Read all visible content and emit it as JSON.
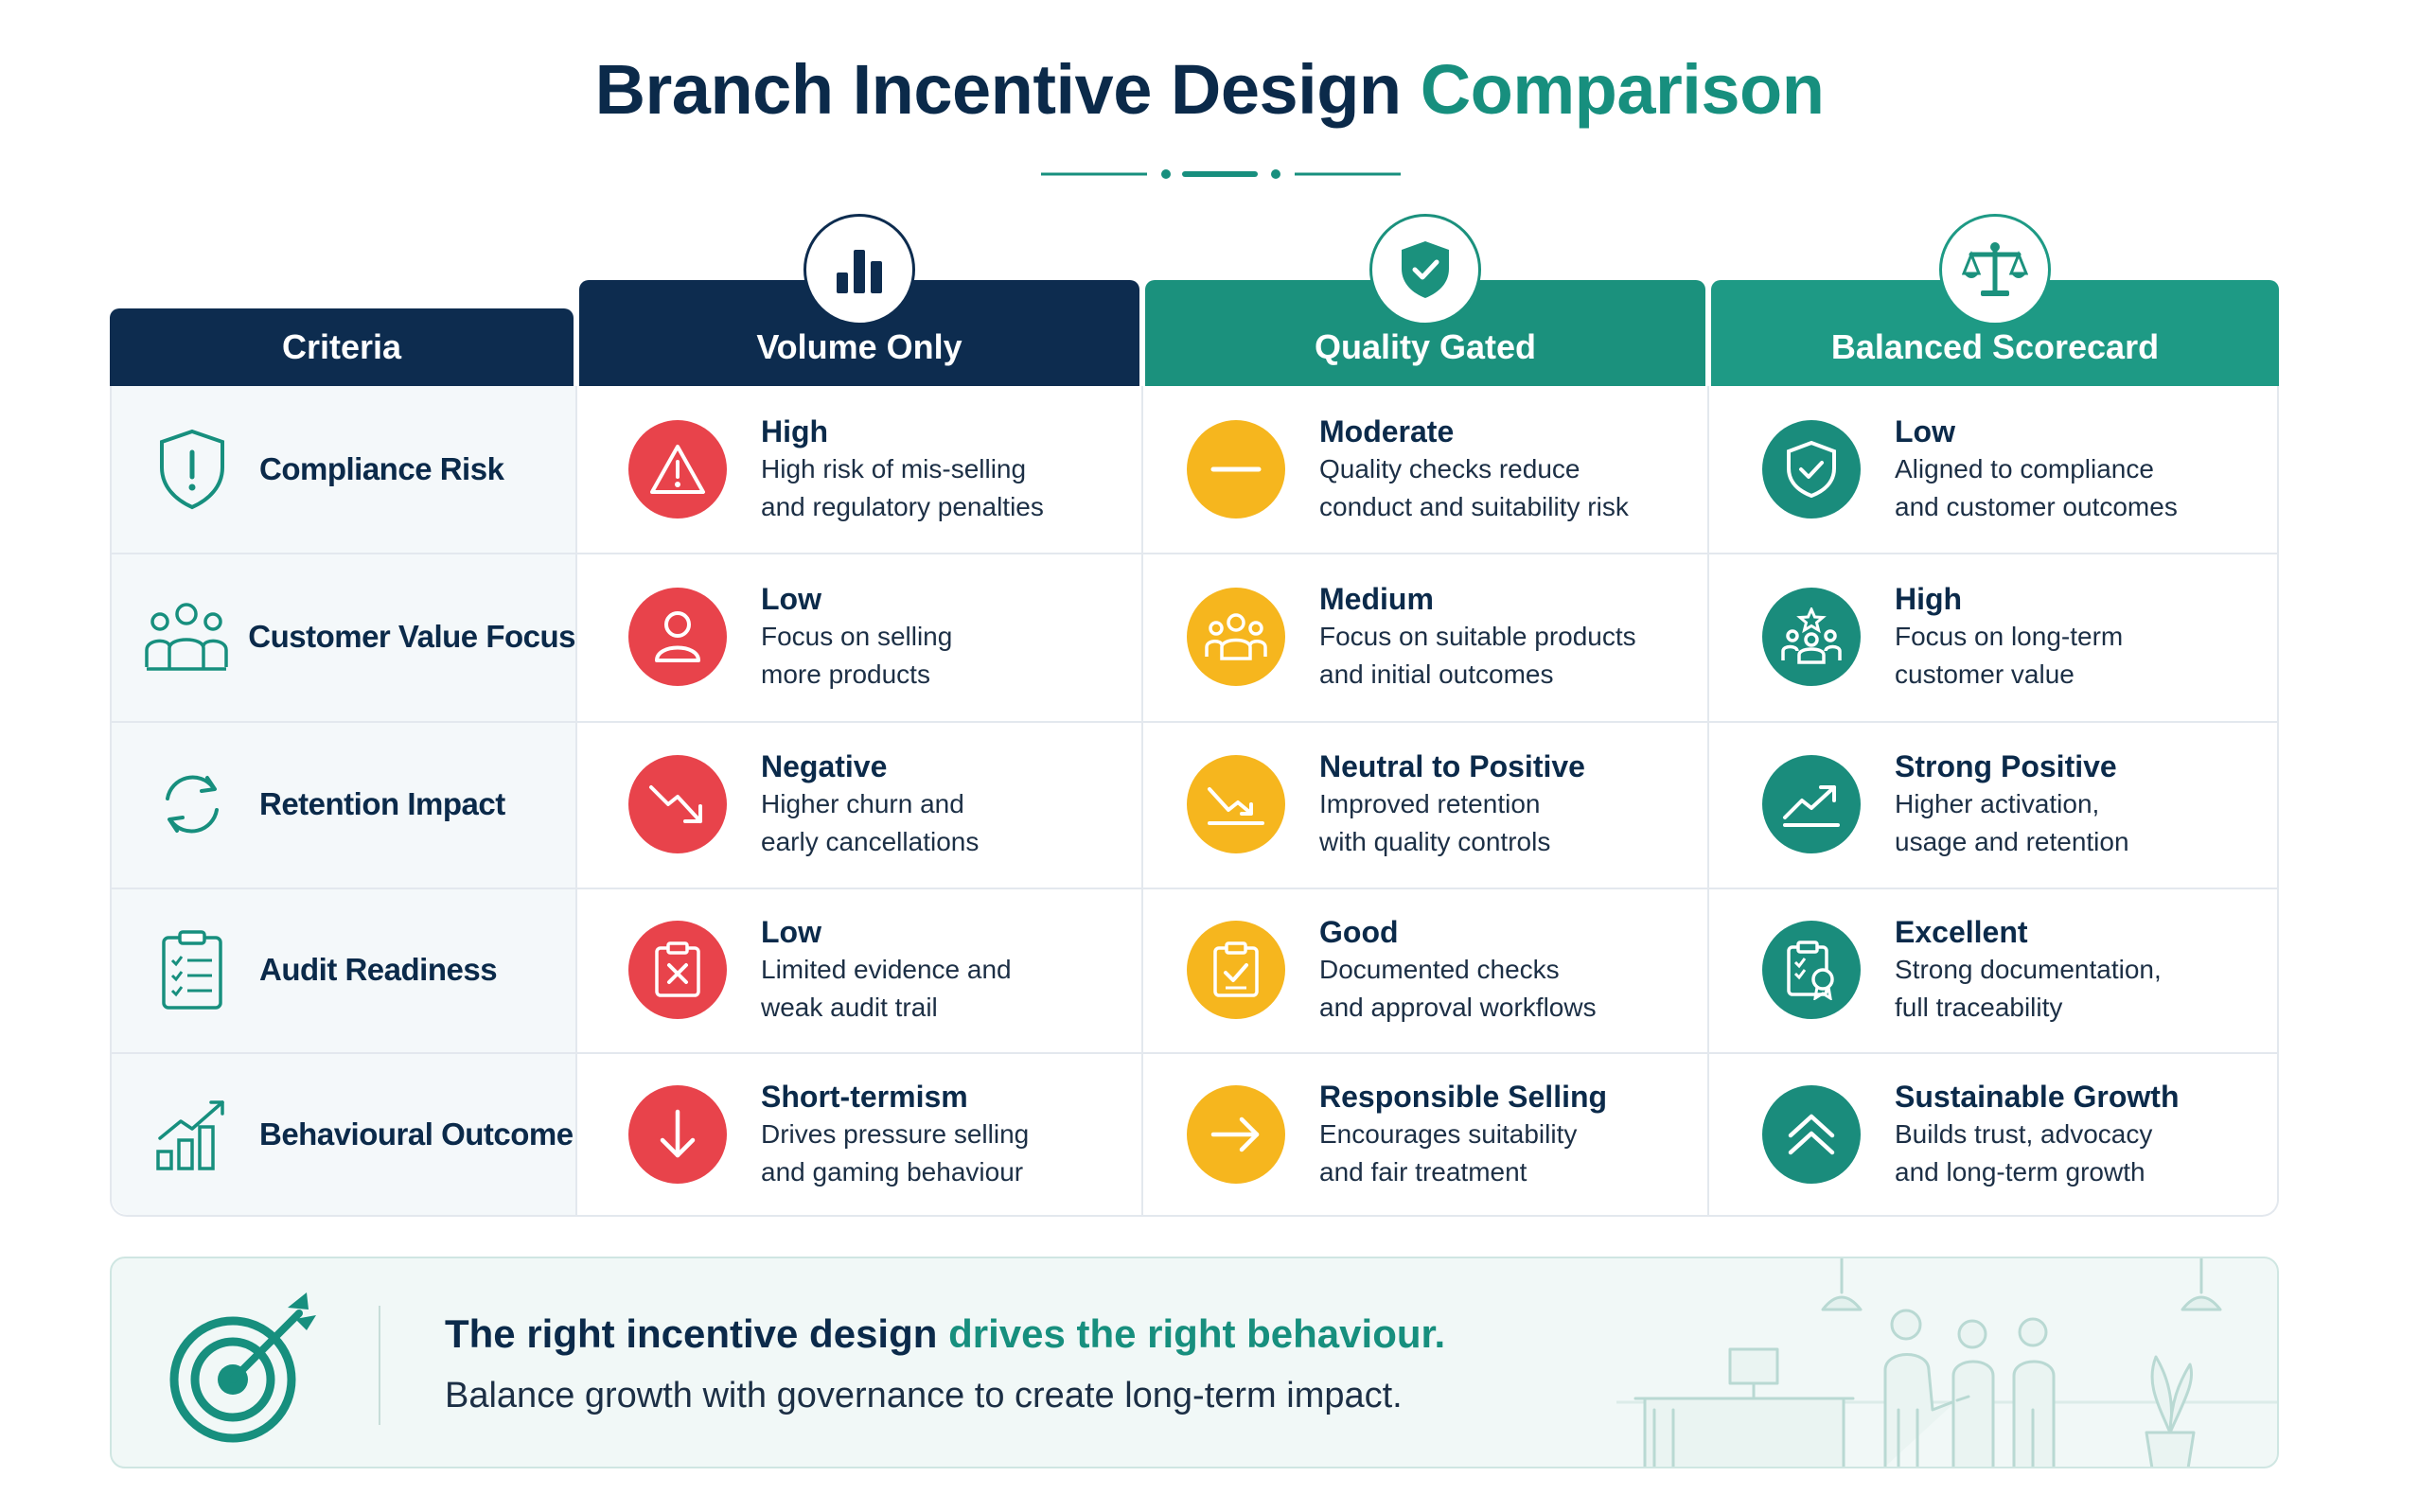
{
  "title": {
    "part1": "Branch Incentive Design",
    "part2": "Comparison"
  },
  "headers": {
    "criteria": "Criteria",
    "columns": [
      "Volume Only",
      "Quality Gated",
      "Balanced Scorecard"
    ],
    "column_icons": [
      "bar-chart-icon",
      "shield-check-icon",
      "scales-icon"
    ]
  },
  "rows": [
    {
      "criterion": "Compliance Risk",
      "icon": "shield-alert-icon",
      "cells": [
        {
          "title": "High",
          "desc1": "High risk of mis-selling",
          "desc2": "and regulatory penalties",
          "icon": "warning-icon"
        },
        {
          "title": "Moderate",
          "desc1": "Quality checks reduce",
          "desc2": "conduct and suitability risk",
          "icon": "minus-icon"
        },
        {
          "title": "Low",
          "desc1": "Aligned to compliance",
          "desc2": "and customer outcomes",
          "icon": "shield-check-icon"
        }
      ]
    },
    {
      "criterion": "Customer Value Focus",
      "icon": "people-icon",
      "cells": [
        {
          "title": "Low",
          "desc1": "Focus on selling",
          "desc2": "more products",
          "icon": "person-icon"
        },
        {
          "title": "Medium",
          "desc1": "Focus on suitable products",
          "desc2": "and initial outcomes",
          "icon": "group-icon"
        },
        {
          "title": "High",
          "desc1": "Focus on long-term",
          "desc2": "customer value",
          "icon": "group-star-icon"
        }
      ]
    },
    {
      "criterion": "Retention Impact",
      "icon": "refresh-icon",
      "cells": [
        {
          "title": "Negative",
          "desc1": "Higher churn and",
          "desc2": "early cancellations",
          "icon": "trend-down-icon"
        },
        {
          "title": "Neutral to Positive",
          "desc1": "Improved retention",
          "desc2": "with quality controls",
          "icon": "trend-flat-icon"
        },
        {
          "title": "Strong Positive",
          "desc1": "Higher activation,",
          "desc2": "usage and retention",
          "icon": "trend-up-icon"
        }
      ]
    },
    {
      "criterion": "Audit Readiness",
      "icon": "checklist-icon",
      "cells": [
        {
          "title": "Low",
          "desc1": "Limited evidence and",
          "desc2": "weak audit trail",
          "icon": "clipboard-x-icon"
        },
        {
          "title": "Good",
          "desc1": "Documented checks",
          "desc2": "and approval workflows",
          "icon": "clipboard-check-icon"
        },
        {
          "title": "Excellent",
          "desc1": "Strong documentation,",
          "desc2": "full traceability",
          "icon": "clipboard-award-icon"
        }
      ]
    },
    {
      "criterion": "Behavioural Outcome",
      "icon": "growth-chart-icon",
      "cells": [
        {
          "title": "Short-termism",
          "desc1": "Drives pressure selling",
          "desc2": "and gaming behaviour",
          "icon": "arrow-down-icon"
        },
        {
          "title": "Responsible Selling",
          "desc1": "Encourages suitability",
          "desc2": "and fair treatment",
          "icon": "arrow-right-icon"
        },
        {
          "title": "Sustainable Growth",
          "desc1": "Builds trust, advocacy",
          "desc2": "and long-term growth",
          "icon": "chevrons-up-icon"
        }
      ]
    }
  ],
  "banner": {
    "headline_part1": "The right incentive design",
    "headline_part2": "drives the right behaviour.",
    "subtext": "Balance growth with governance to create long-term impact."
  },
  "colors": {
    "navy": "#0d2c4f",
    "teal": "#1b917d",
    "red": "#e8434b",
    "amber": "#f6b61e",
    "teal_badge": "#1a8c7c"
  }
}
